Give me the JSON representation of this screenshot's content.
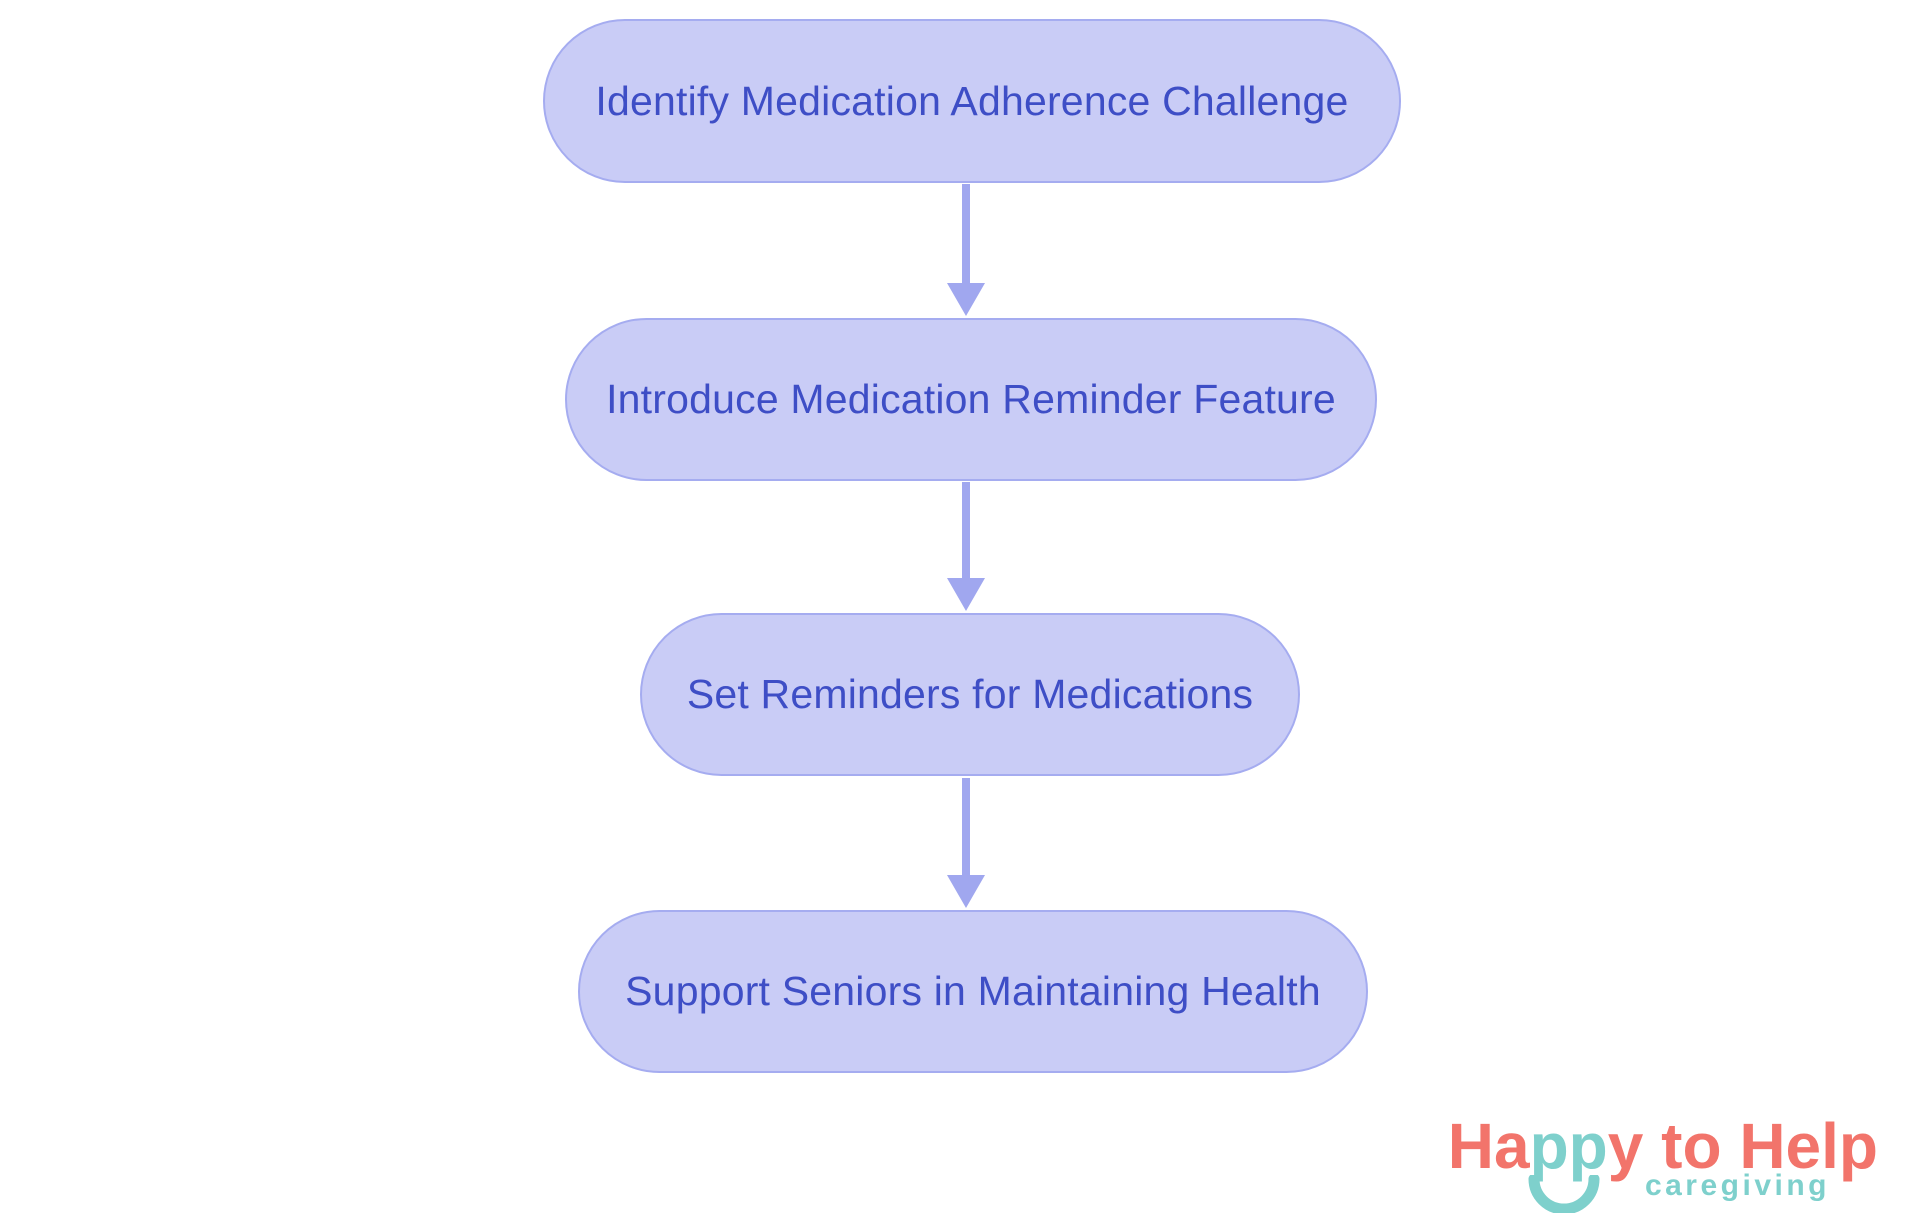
{
  "diagram": {
    "type": "flowchart",
    "direction": "top-down",
    "nodes": [
      {
        "id": "identify-challenge",
        "label": "Identify Medication Adherence Challenge"
      },
      {
        "id": "introduce-feature",
        "label": "Introduce Medication Reminder Feature"
      },
      {
        "id": "set-reminders",
        "label": "Set Reminders for Medications"
      },
      {
        "id": "support-seniors",
        "label": "Support Seniors in Maintaining Health"
      }
    ],
    "connections": [
      {
        "from": "identify-challenge",
        "to": "introduce-feature"
      },
      {
        "from": "introduce-feature",
        "to": "set-reminders"
      },
      {
        "from": "set-reminders",
        "to": "support-seniors"
      }
    ],
    "colors": {
      "node_fill": "#C9CCF6",
      "node_border": "#A5ACF0",
      "node_text": "#3E4EC6",
      "arrow": "#A0A7EF",
      "background": "#FFFFFF"
    }
  },
  "logo": {
    "part_ha": "Ha",
    "part_pp": "pp",
    "part_y_to_help": "y to Help",
    "subtitle": "caregiving",
    "colors": {
      "coral": "#F2746B",
      "teal": "#7ED0CC"
    }
  }
}
